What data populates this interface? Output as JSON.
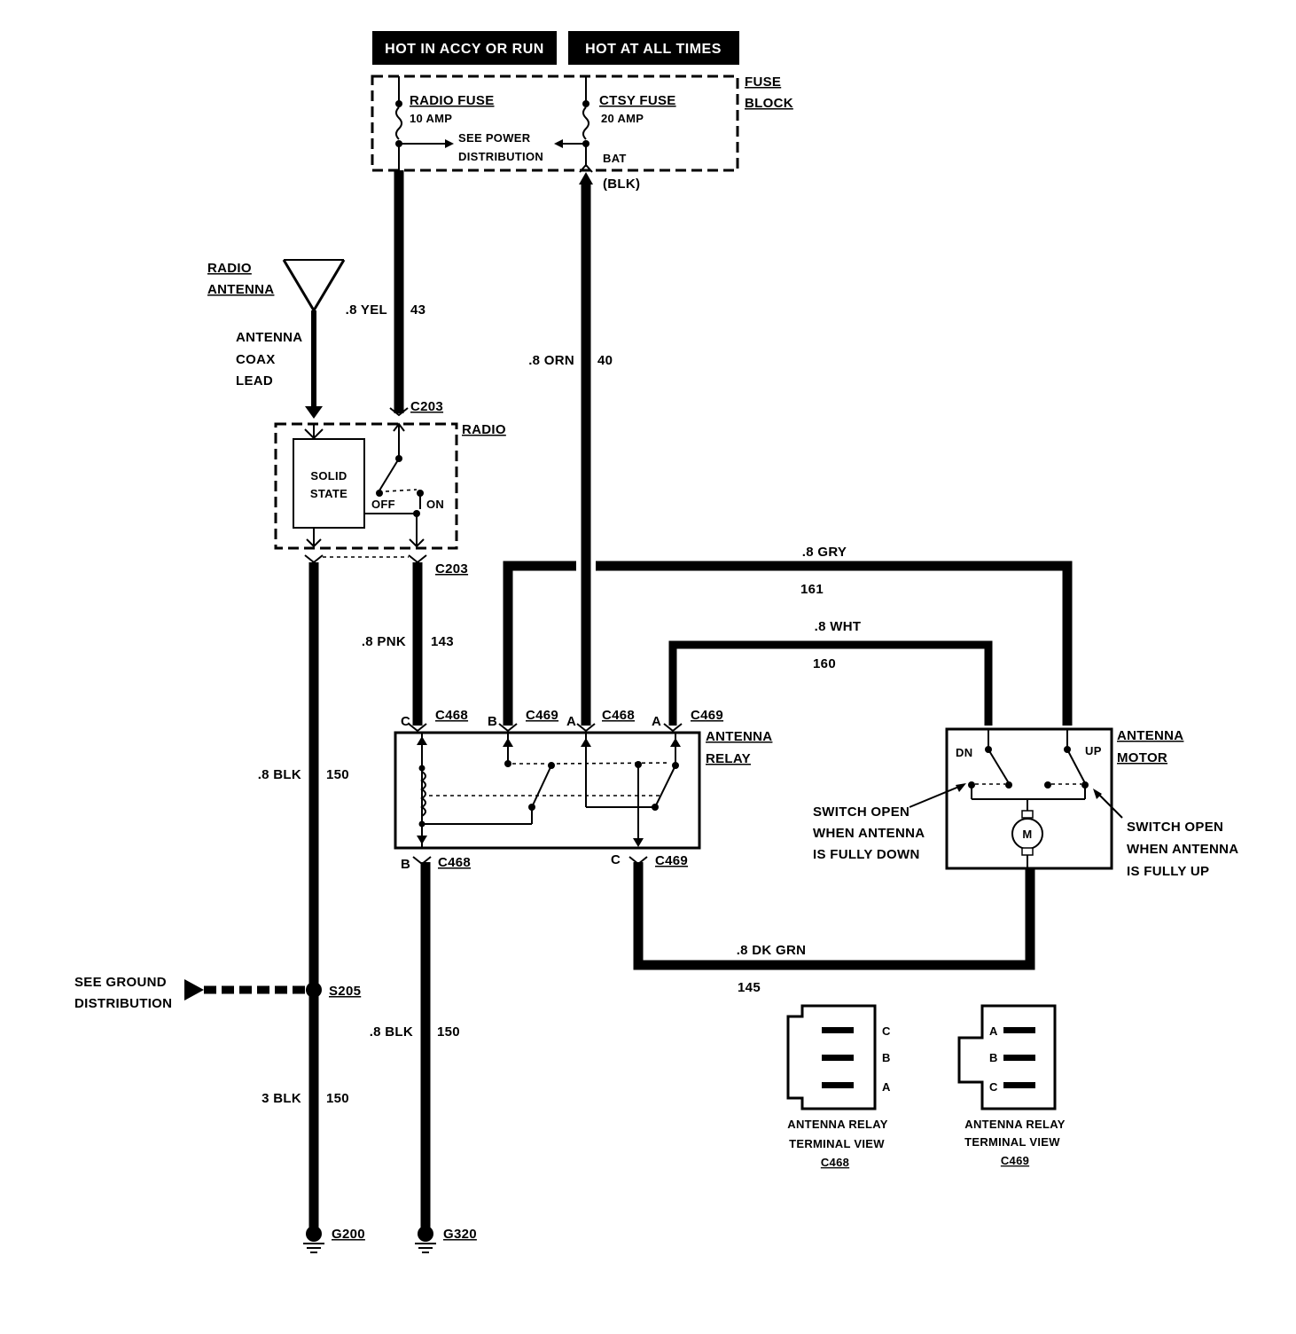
{
  "headers": {
    "accy": "HOT IN ACCY OR RUN",
    "all_times": "HOT AT ALL TIMES"
  },
  "fuse_block": {
    "label_1": "FUSE",
    "label_2": "BLOCK",
    "radio_fuse": {
      "name": "RADIO FUSE",
      "rating": "10 AMP"
    },
    "ctsy_fuse": {
      "name": "CTSY FUSE",
      "rating": "20 AMP"
    },
    "power_dist_1": "SEE POWER",
    "power_dist_2": "DISTRIBUTION",
    "bat": "BAT",
    "bat_wire": "(BLK)"
  },
  "antenna": {
    "label_1": "RADIO",
    "label_2": "ANTENNA",
    "coax_1": "ANTENNA",
    "coax_2": "COAX",
    "coax_3": "LEAD"
  },
  "radio": {
    "label": "RADIO",
    "solid_1": "SOLID",
    "solid_2": "STATE",
    "off": "OFF",
    "on": "ON"
  },
  "connectors": {
    "c203_top": "C203",
    "c203_bottom": "C203",
    "c468_c": "C468",
    "c469_b": "C469",
    "c468_a": "C468",
    "c469_a": "C469",
    "c468_b": "C468",
    "c469_c": "C469"
  },
  "pins": {
    "c": "C",
    "b": "B",
    "a": "A",
    "a2": "A",
    "b2": "B",
    "c2": "C"
  },
  "relay": {
    "label_1": "ANTENNA",
    "label_2": "RELAY"
  },
  "motor": {
    "label_1": "ANTENNA",
    "label_2": "MOTOR",
    "dn": "DN",
    "up": "UP",
    "m": "M",
    "open_down_1": "SWITCH OPEN",
    "open_down_2": "WHEN ANTENNA",
    "open_down_3": "IS FULLY DOWN",
    "open_up_1": "SWITCH OPEN",
    "open_up_2": "WHEN ANTENNA",
    "open_up_3": "IS FULLY UP"
  },
  "wires": {
    "yel": {
      "color": ".8 YEL",
      "circuit": "43"
    },
    "orn": {
      "color": ".8 ORN",
      "circuit": "40"
    },
    "gry": {
      "color": ".8 GRY",
      "circuit": "161"
    },
    "wht": {
      "color": ".8 WHT",
      "circuit": "160"
    },
    "pnk": {
      "color": ".8 PNK",
      "circuit": "143"
    },
    "blk_left": {
      "color": ".8 BLK",
      "circuit": "150"
    },
    "blk_right": {
      "color": ".8 BLK",
      "circuit": "150"
    },
    "blk_3": {
      "color": "3 BLK",
      "circuit": "150"
    },
    "dkgrn": {
      "color": ".8 DK GRN",
      "circuit": "145"
    }
  },
  "ground": {
    "see_1": "SEE GROUND",
    "see_2": "DISTRIBUTION",
    "splice": "S205",
    "g200": "G200",
    "g320": "G320"
  },
  "terminal_views": {
    "c468": {
      "line_1": "ANTENNA RELAY",
      "line_2": "TERMINAL VIEW",
      "conn": "C468",
      "pins": [
        "C",
        "B",
        "A"
      ]
    },
    "c469": {
      "line_1": "ANTENNA RELAY",
      "line_2": "TERMINAL VIEW",
      "conn": "C469",
      "pins": [
        "A",
        "B",
        "C"
      ]
    }
  }
}
